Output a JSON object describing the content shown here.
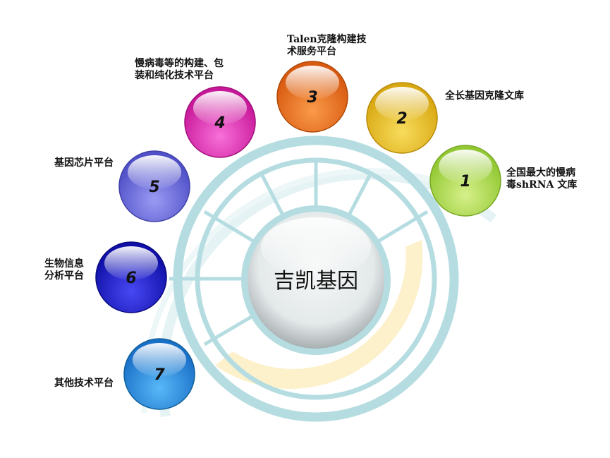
{
  "center": {
    "label": "吉凯基因"
  },
  "nodes": [
    {
      "number": "1",
      "label_line1": "全国最大的慢病",
      "label_line2": "毒shRNA 文库",
      "color": "#a8dc4a"
    },
    {
      "number": "2",
      "label_line1": "全长基因克隆文库",
      "label_line2": "",
      "color": "#f0c62a"
    },
    {
      "number": "3",
      "label_line1": "Talen克隆构建技",
      "label_line2": "术服务平台",
      "color": "#f07a26"
    },
    {
      "number": "4",
      "label_line1": "慢病毒等的构建、包",
      "label_line2": "装和纯化技术平台",
      "color": "#e83cb8"
    },
    {
      "number": "5",
      "label_line1": "基因芯片平台",
      "label_line2": "",
      "color": "#7070e8"
    },
    {
      "number": "6",
      "label_line1": "生物信息",
      "label_line2": "分析平台",
      "color": "#2a2adc"
    },
    {
      "number": "7",
      "label_line1": "其他技术平台",
      "label_line2": "",
      "color": "#2a98e8"
    }
  ],
  "colors": {
    "ring": "#b5dde1",
    "ring_pale": "#e3f2f4",
    "accent_arc": "#fdf0c8"
  }
}
